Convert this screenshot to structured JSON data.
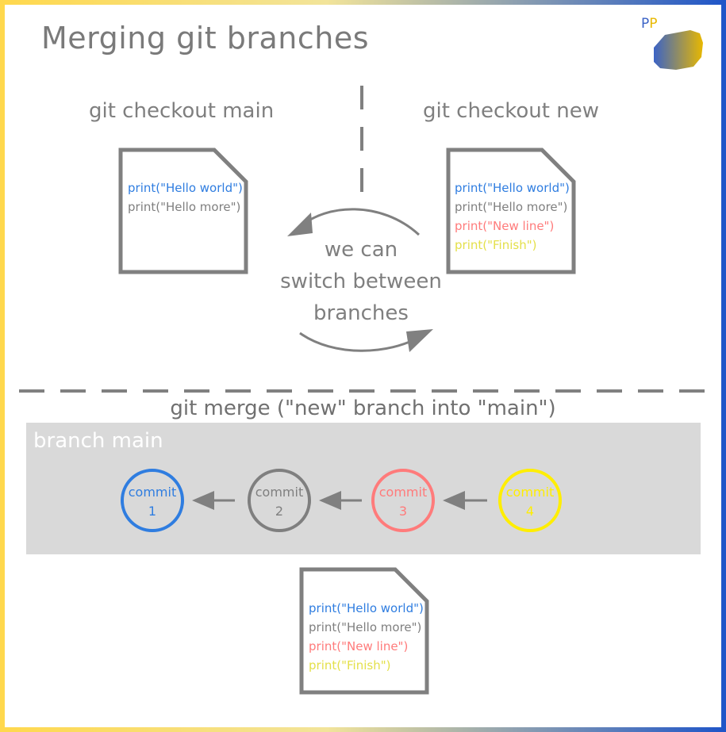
{
  "title": "Merging git branches",
  "logo": {
    "letter_1": "P",
    "letter_2": "P"
  },
  "checkout_main": {
    "label": "git checkout main",
    "lines": [
      "print(\"Hello world\")",
      "print(\"Hello more\")"
    ]
  },
  "checkout_new": {
    "label": "git checkout new",
    "lines": [
      "print(\"Hello world\")",
      "print(\"Hello more\")",
      "print(\"New line\")",
      "print(\"Finish\")"
    ]
  },
  "switch_text": {
    "line_1": "we can",
    "line_2": "switch between",
    "line_3": "branches"
  },
  "merge": {
    "title": "git merge (\"new\" branch into \"main\")",
    "panel_title": "branch main",
    "commits": [
      {
        "word": "commit",
        "number": "1",
        "color": "#2f7de0"
      },
      {
        "word": "commit",
        "number": "2",
        "color": "#7f7f7f"
      },
      {
        "word": "commit",
        "number": "3",
        "color": "#ff7b7b"
      },
      {
        "word": "commit",
        "number": "4",
        "color": "#ffee00"
      }
    ],
    "result_lines": [
      "print(\"Hello world\")",
      "print(\"Hello more\")",
      "print(\"New line\")",
      "print(\"Finish\")"
    ]
  },
  "colors": {
    "blue": "#2f7de0",
    "gray": "#7f7f7f",
    "red": "#ff7b7b",
    "yellow": "#e4e04a",
    "panel": "#d9d9d9",
    "border_yellow": "#ffd84d",
    "border_blue": "#1f55c8"
  }
}
